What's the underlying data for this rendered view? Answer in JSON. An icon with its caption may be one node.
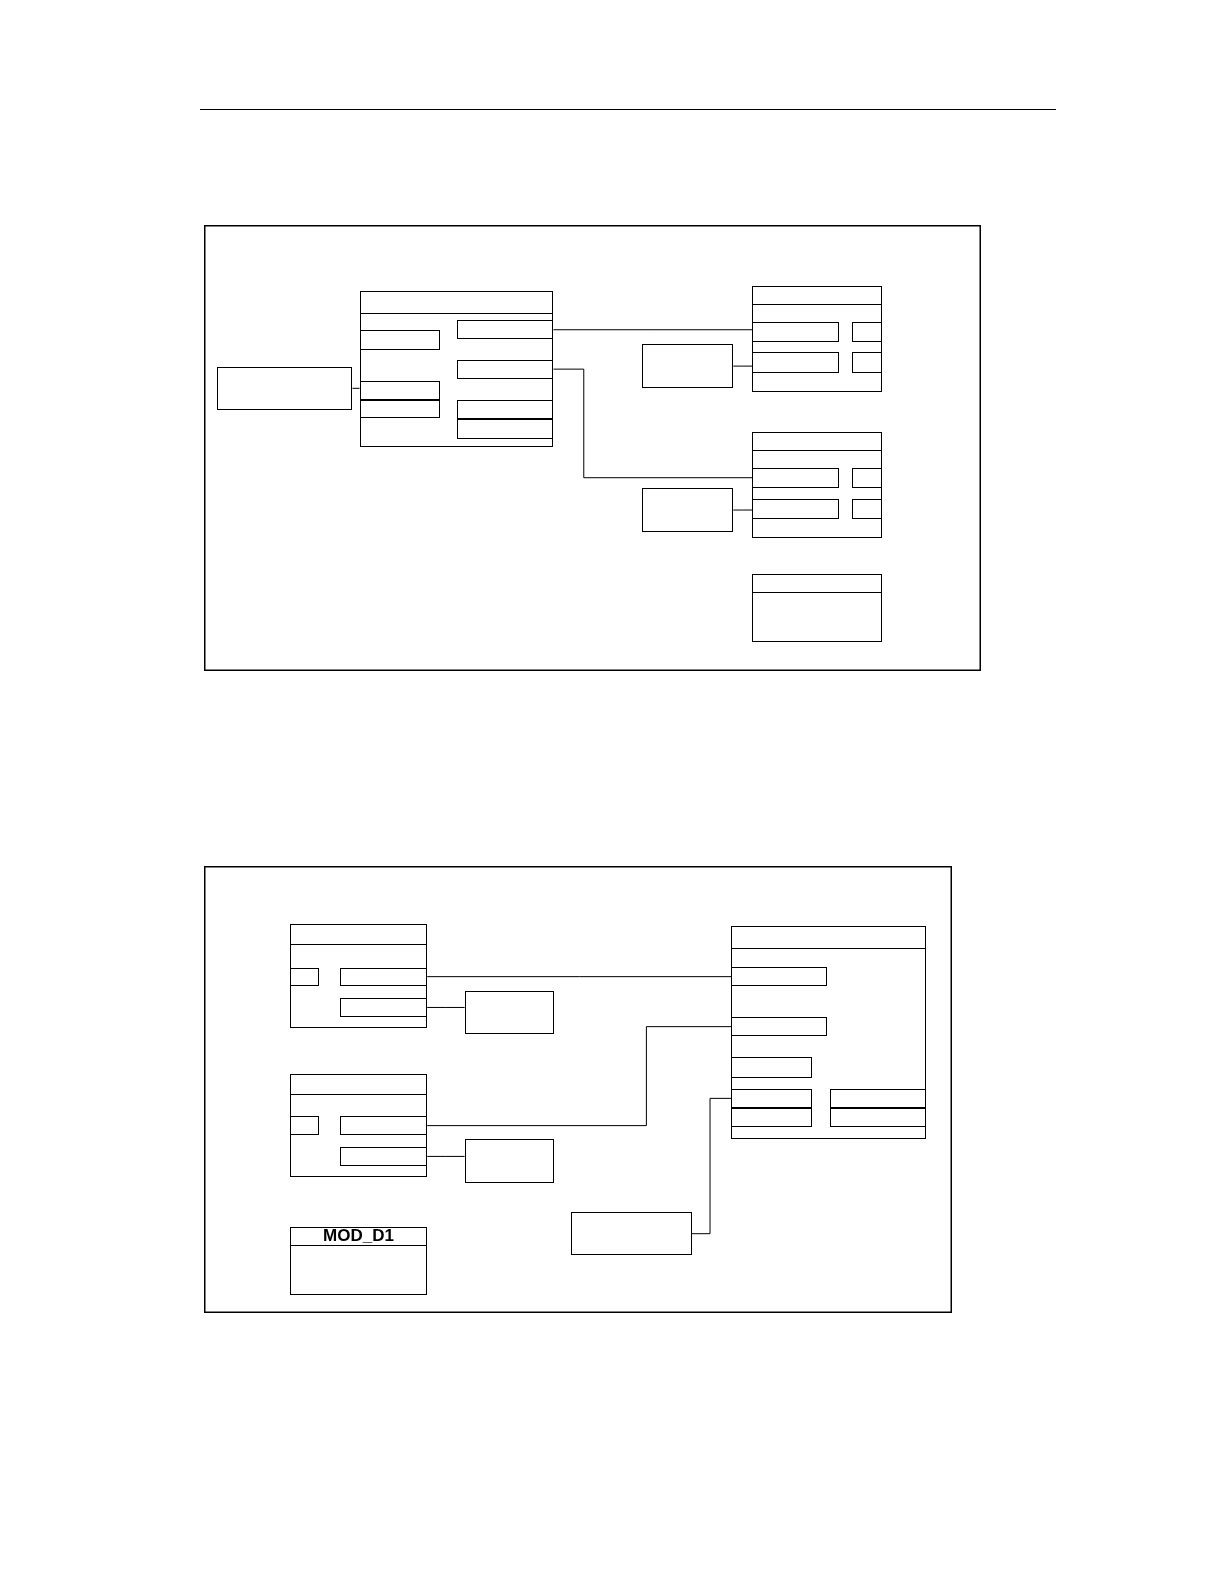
{
  "diagram": {
    "nodes": [
      {
        "text": [],
        "shape": "box"
      },
      {
        "text": [],
        "shape": "box",
        "in": 0
      },
      {
        "text": [],
        "shape": "box",
        "in": 0
      },
      {
        "text": [],
        "shape": "box",
        "in": 2
      },
      {
        "text": [],
        "shape": "box",
        "in": 2
      },
      {
        "text": [],
        "shape": "box",
        "in": 2
      },
      {
        "text": [],
        "shape": "box",
        "in": 2
      },
      {
        "text": [],
        "shape": "box",
        "in": 2
      },
      {
        "text": [],
        "shape": "box",
        "in": 2
      },
      {
        "text": [],
        "shape": "box",
        "in": 2
      },
      {
        "text": [],
        "shape": "box",
        "in": 0
      },
      {
        "text": [],
        "shape": "box",
        "in": 10
      },
      {
        "text": [],
        "shape": "box",
        "in": 10
      },
      {
        "text": [],
        "shape": "box",
        "in": 10
      },
      {
        "text": [],
        "shape": "box",
        "in": 10
      },
      {
        "text": [],
        "shape": "box",
        "in": 0
      },
      {
        "text": [],
        "shape": "box",
        "in": 0
      },
      {
        "text": [],
        "shape": "box",
        "in": 16
      },
      {
        "text": [],
        "shape": "box",
        "in": 16
      },
      {
        "text": [],
        "shape": "box",
        "in": 16
      },
      {
        "text": [],
        "shape": "box",
        "in": 16
      },
      {
        "text": [],
        "shape": "box",
        "in": 0
      },
      {
        "text": [],
        "shape": "box",
        "in": 0
      },
      {
        "text": [],
        "shape": "box"
      },
      {
        "text": [],
        "shape": "box",
        "in": 23
      },
      {
        "text": [],
        "shape": "box",
        "in": 24
      },
      {
        "text": [],
        "shape": "box",
        "in": 24
      },
      {
        "text": [],
        "shape": "box",
        "in": 24
      },
      {
        "text": [],
        "shape": "box",
        "in": 23
      },
      {
        "text": [],
        "shape": "box",
        "in": 28
      },
      {
        "text": [],
        "shape": "box",
        "in": 28
      },
      {
        "text": [],
        "shape": "box",
        "in": 28
      },
      {
        "text": [],
        "shape": "box",
        "in": 28
      },
      {
        "text": [],
        "shape": "box",
        "in": 28
      },
      {
        "text": [],
        "shape": "box",
        "in": 28
      },
      {
        "text": [],
        "shape": "box",
        "in": 28
      },
      {
        "text": [],
        "shape": "box",
        "in": 23
      },
      {
        "text": [],
        "shape": "box",
        "in": 23
      },
      {
        "text": [],
        "shape": "box",
        "in": 37
      },
      {
        "text": [],
        "shape": "box",
        "in": 37
      },
      {
        "text": [],
        "shape": "box",
        "in": 37
      },
      {
        "text": [],
        "shape": "box",
        "in": 23
      },
      {
        "text": [],
        "shape": "box",
        "in": 23
      },
      {
        "text": [
          "MOD_D1"
        ],
        "in": 23
      }
    ],
    "edges": [
      {
        "from": 1,
        "to": 4,
        "arrow": "none"
      },
      {
        "from": 6,
        "to": 11,
        "arrow": "none"
      },
      {
        "from": 7,
        "to": 17,
        "arrow": "none"
      },
      {
        "from": 15,
        "to": 13,
        "arrow": "none"
      },
      {
        "from": 21,
        "to": 19,
        "arrow": "none"
      },
      {
        "from": 26,
        "to": 29,
        "arrow": "none"
      },
      {
        "from": 27,
        "to": 36,
        "arrow": "none"
      },
      {
        "from": 39,
        "to": 30,
        "arrow": "none"
      },
      {
        "from": 40,
        "to": 41,
        "arrow": "none"
      },
      {
        "from": 42,
        "to": 32,
        "arrow": "none"
      }
    ]
  }
}
